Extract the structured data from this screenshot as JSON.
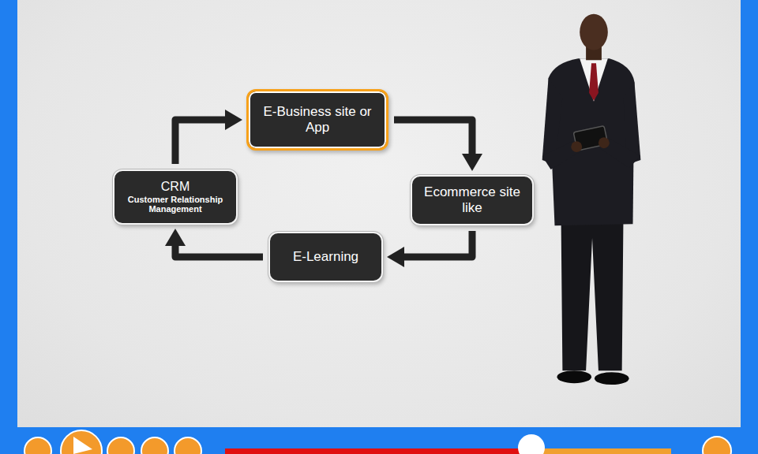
{
  "diagram": {
    "nodes": [
      {
        "text": [
          "E-Business site or App"
        ]
      },
      {
        "text": [
          "Ecommerce site like"
        ]
      },
      {
        "text": [
          "E-Learning"
        ]
      },
      {
        "text": [
          "CRM",
          "Customer Relationship Management"
        ]
      }
    ],
    "edges": [
      {
        "from": 0,
        "to": 1,
        "arrow": "to"
      },
      {
        "from": 1,
        "to": 2,
        "arrow": "to"
      },
      {
        "from": 2,
        "to": 3,
        "arrow": "to"
      },
      {
        "from": 3,
        "to": 0,
        "arrow": "to"
      }
    ]
  }
}
